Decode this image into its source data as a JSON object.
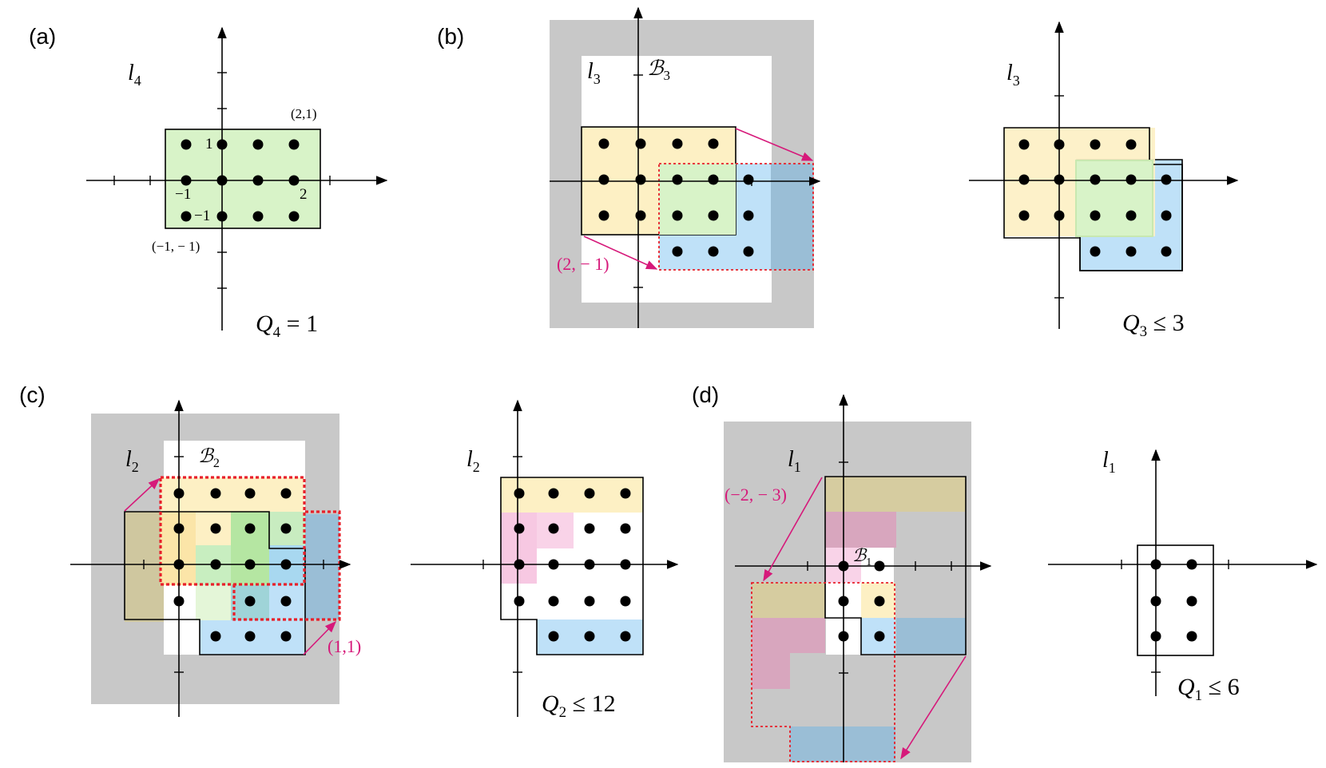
{
  "panels": {
    "a": {
      "label": "(a)",
      "layer": "l",
      "layer_sub": "4",
      "tick_1": "1",
      "tick_m1_x": "−1",
      "tick_m1_y": "−1",
      "tick_2": "2",
      "corner_tr": "(2,1)",
      "corner_bl": "(−1, − 1)",
      "bound": "Q",
      "bound_sub": "4",
      "bound_rel": " = 1"
    },
    "b": {
      "label": "(b)",
      "layer_left": "l",
      "layer_left_sub": "3",
      "box": "ℬ",
      "box_sub": "3",
      "shift": "(2, − 1)",
      "layer_right": "l",
      "layer_right_sub": "3",
      "bound": "Q",
      "bound_sub": "3",
      "bound_rel": " ≤ 3"
    },
    "c": {
      "label": "(c)",
      "layer_left": "l",
      "layer_left_sub": "2",
      "box": "ℬ",
      "box_sub": "2",
      "shift": "(1,1)",
      "layer_right": "l",
      "layer_right_sub": "2",
      "bound": "Q",
      "bound_sub": "2",
      "bound_rel": " ≤ 12"
    },
    "d": {
      "label": "(d)",
      "layer_left": "l",
      "layer_left_sub": "1",
      "box": "ℬ",
      "box_sub": "1",
      "shift": "(−2, − 3)",
      "layer_right": "l",
      "layer_right_sub": "1",
      "bound": "Q",
      "bound_sub": "1",
      "bound_rel": " ≤ 6"
    }
  },
  "colors": {
    "gray": "#c8c8c8",
    "yellow": "#fdf0c4",
    "green": "#d8f3c8",
    "blue": "#bfe1f8",
    "pink": "#f9d3e8",
    "magenta": "#d6197a",
    "red": "#e8202a"
  }
}
